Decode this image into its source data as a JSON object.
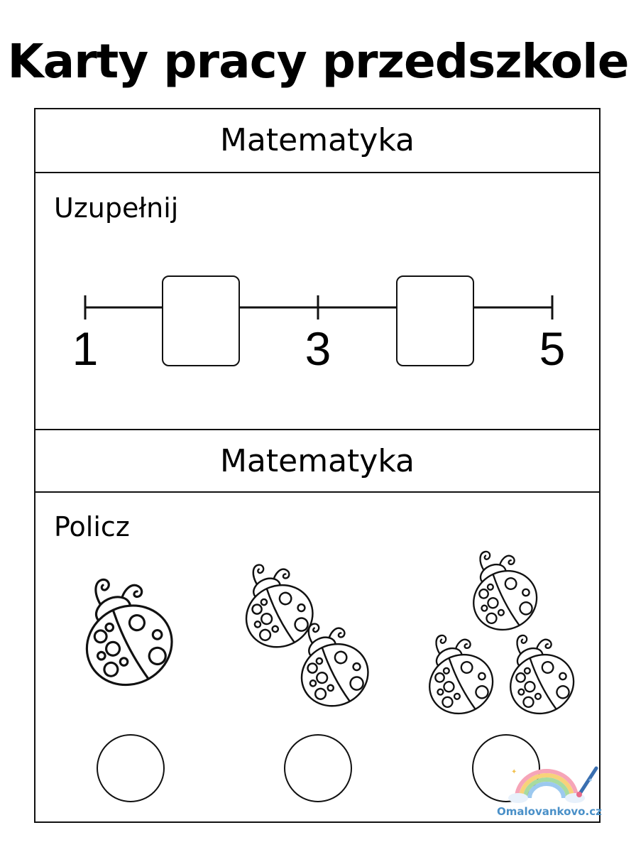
{
  "title": "Karty pracy przedszkole",
  "sections": [
    {
      "heading": "Matematyka",
      "task": "Uzupełnij",
      "number_line": {
        "labels": [
          "1",
          "3",
          "5"
        ],
        "blanks": 2
      }
    },
    {
      "heading": "Matematyka",
      "task": "Policz",
      "groups": [
        {
          "count": 1
        },
        {
          "count": 2
        },
        {
          "count": 3
        }
      ]
    }
  ],
  "watermark": {
    "text": "Omalovankovo.cz"
  },
  "icons": [
    "ladybug-icon",
    "rainbow-logo-icon",
    "paintbrush-icon"
  ]
}
